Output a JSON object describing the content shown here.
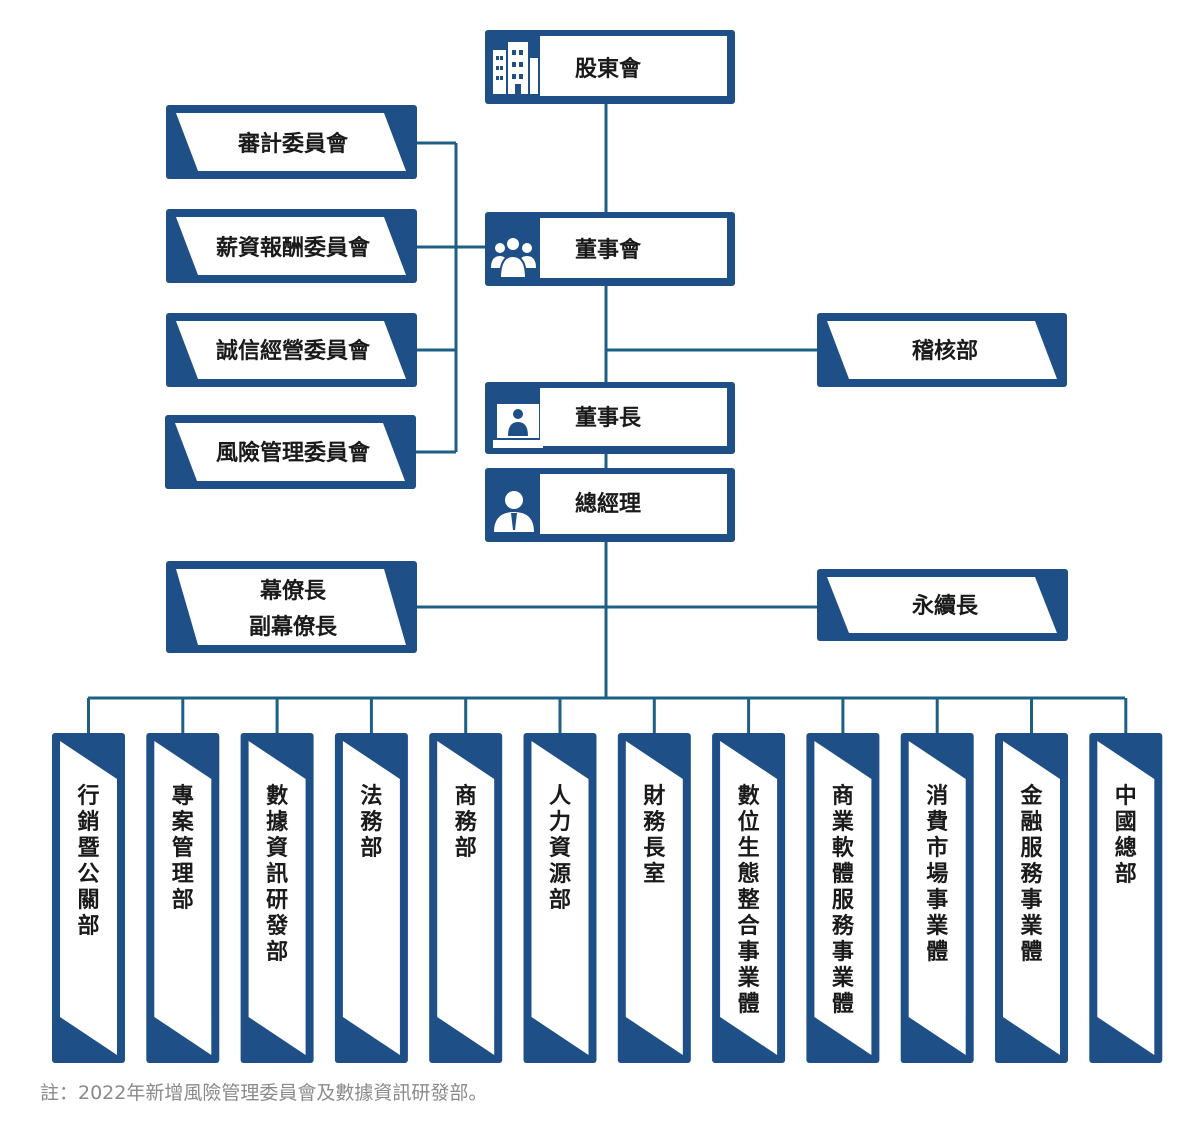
{
  "nodes": {
    "shareholders": "股東會",
    "board": "董事會",
    "chairman": "董事長",
    "president": "總經理",
    "audit_committee": "審計委員會",
    "compensation_committee": "薪資報酬委員會",
    "integrity_committee": "誠信經營委員會",
    "risk_committee": "風險管理委員會",
    "internal_audit": "稽核部",
    "chief_of_staff_line1": "幕僚長",
    "chief_of_staff_line2": "副幕僚長",
    "sustainability": "永續長"
  },
  "departments": [
    "行銷暨公關部",
    "專案管理部",
    "數據資訊研發部",
    "法務部",
    "商務部",
    "人力資源部",
    "財務長室",
    "數位生態整合事業體",
    "商業軟體服務事業體",
    "消費市場事業體",
    "金融服務事業體",
    "中國總部"
  ],
  "icons": {
    "shareholders": "building-icon",
    "board": "group-icon",
    "chairman": "podium-icon",
    "president": "manager-icon"
  },
  "colors": {
    "navy": "#1e4f86",
    "line": "#1e5f86"
  },
  "footnote": "註：2022年新增風險管理委員會及數據資訊研發部。"
}
